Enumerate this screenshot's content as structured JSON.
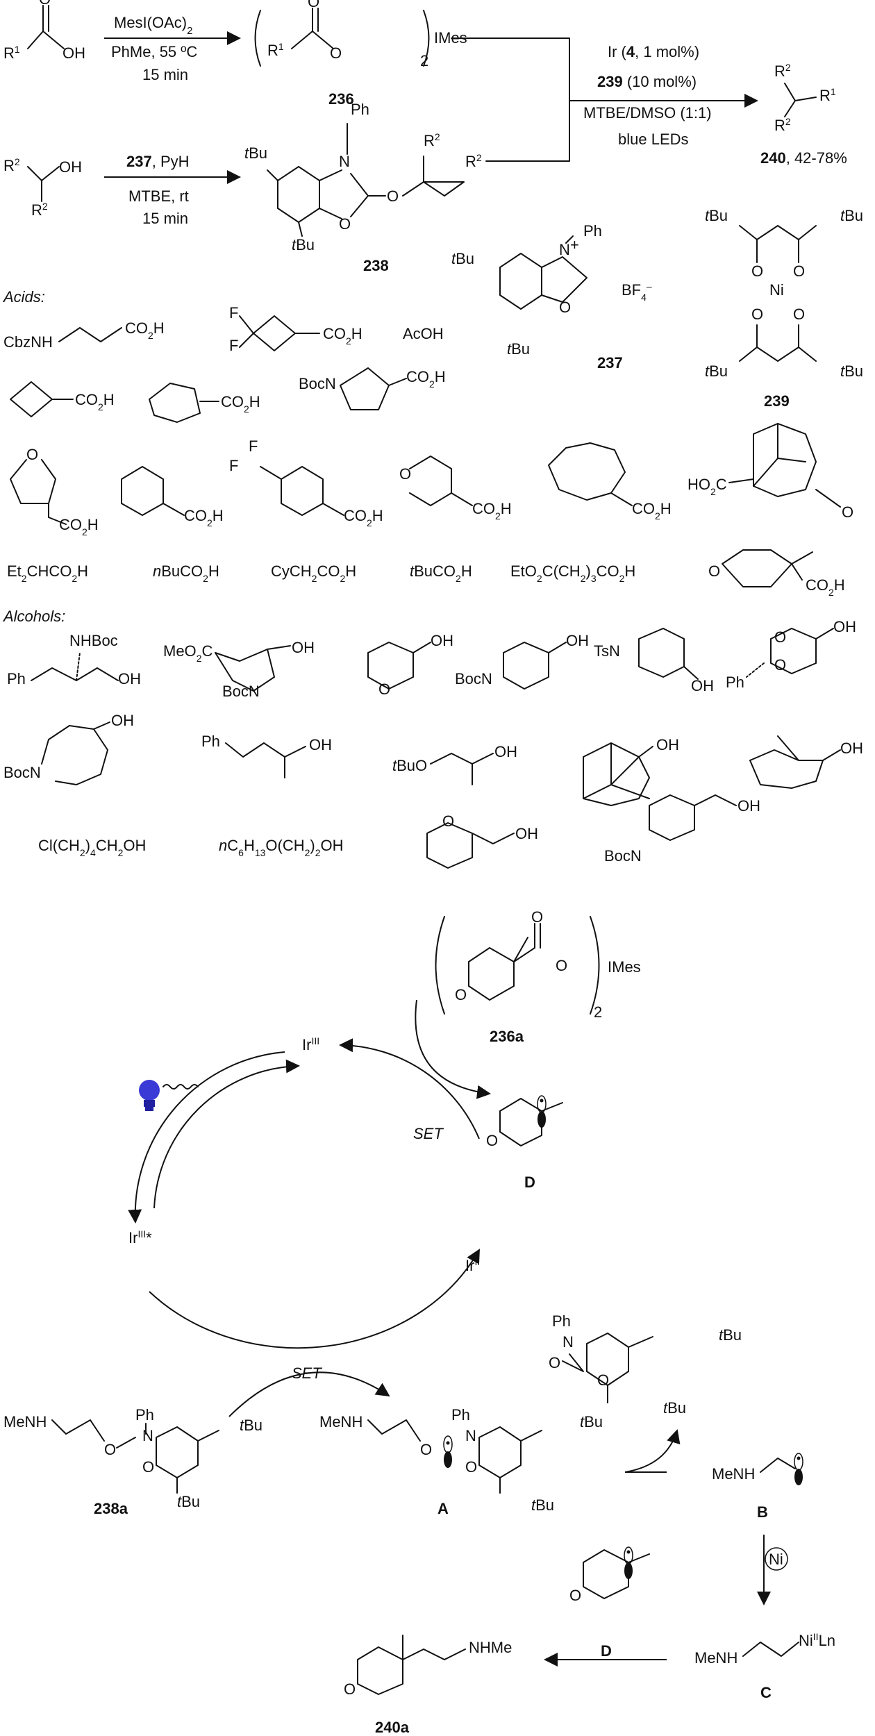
{
  "scheme": {
    "step1": {
      "acid": "R¹ C(O)OH",
      "reagent": "MesI(OAc)₂",
      "solvent_temp": "PhMe, 55 ºC",
      "time": "15 min",
      "product_label": "(R¹CO₂)₂IMes",
      "product_id": "236"
    },
    "step2": {
      "alcohol": "R² CH(OH) R²",
      "reagent": "237, PyH",
      "solvent_temp": "MTBE, rt",
      "time": "15 min",
      "product_id": "238"
    },
    "step3": {
      "catalyst": "Ir (4, 1 mol%)",
      "cocatalyst": "239 (10 mol%)",
      "solvent": "MTBE/DMSO (1:1)",
      "light": "blue LEDs",
      "product_id": "240",
      "yield": ", 42-78%"
    },
    "reagent_237": {
      "id": "237",
      "counterion": "BF₄⁻",
      "substituents": [
        "tBu",
        "tBu",
        "Ph"
      ]
    },
    "reagent_239": {
      "id": "239",
      "metal": "Ni",
      "substituents": [
        "tBu",
        "tBu",
        "tBu",
        "tBu"
      ]
    }
  },
  "acids": {
    "heading": "Acids:",
    "items": [
      "CbzNH(CH₂)₂CO₂H",
      "F₂-cyclobutyl-CO₂H",
      "AcOH",
      "cyclobutyl-CO₂H",
      "cyclopentyl-CO₂H",
      "BocN-pyrrolidinyl-CO₂H",
      "THF-3-CO₂H",
      "cyclohexyl-CO₂H",
      "F₂-cyclohexyl-CO₂H",
      "THP-4-CO₂H",
      "cycloheptyl-CO₂H",
      "HO₂C-adamantanone",
      "Et₂CHCO₂H",
      "nBuCO₂H",
      "CyCH₂CO₂H",
      "tBuCO₂H",
      "EtO₂C(CH₂)₃CO₂H",
      "4-Me-THP-4-CO₂H"
    ]
  },
  "alcohols": {
    "heading": "Alcohols:",
    "items": [
      "Boc-phenylalaninol",
      "MeO₂C-BocN-hydroxyproline",
      "THP-4-OH",
      "BocN-piperidin-4-ol",
      "TsN-piperidin-3-ol",
      "Ph-dioxan-5-ol",
      "BocN-azepan-4-ol",
      "PhCH₂CH₂CH(OH)CH₃",
      "tBuOCH₂CH(OH)CH₃",
      "2-adamantanol",
      "norbornan-2-ol",
      "Cl(CH₂)₄CH₂OH",
      "nC₆H₁₃O(CH₂)₂OH",
      "THP-2-CH₂OH",
      "BocN-piperidin-4-ylmethanol"
    ]
  },
  "mechanism": {
    "ir3": "Ir(III)",
    "ir3_star": "Ir(III)*",
    "ir2": "Ir(II)",
    "set_top": "SET",
    "set_bottom": "SET",
    "iodane_id": "236a",
    "radical_D": "D",
    "substrate_id": "238a",
    "intermediate_A": "A",
    "radical_B": "B",
    "nickel_C": "C",
    "ni_catalyst": "Ni",
    "product_id": "240a",
    "amine_label": "MeNH",
    "product_amine": "NHMe",
    "nickel_label": "NiIILn"
  }
}
